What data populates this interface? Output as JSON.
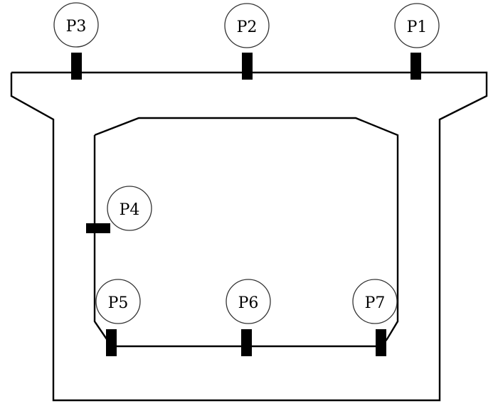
{
  "title": "Box girder cross-section with measuring points",
  "colors": {
    "stroke": "#000000",
    "background": "#ffffff",
    "sensor": "#000000"
  },
  "sensors": [
    {
      "id": "P1",
      "label": "P1",
      "location": "top slab, right"
    },
    {
      "id": "P2",
      "label": "P2",
      "location": "top slab, center"
    },
    {
      "id": "P3",
      "label": "P3",
      "location": "top slab, left"
    },
    {
      "id": "P4",
      "label": "P4",
      "location": "left web, inner face"
    },
    {
      "id": "P5",
      "label": "P5",
      "location": "bottom slab, left"
    },
    {
      "id": "P6",
      "label": "P6",
      "location": "bottom slab, center"
    },
    {
      "id": "P7",
      "label": "P7",
      "location": "bottom slab, right"
    }
  ]
}
